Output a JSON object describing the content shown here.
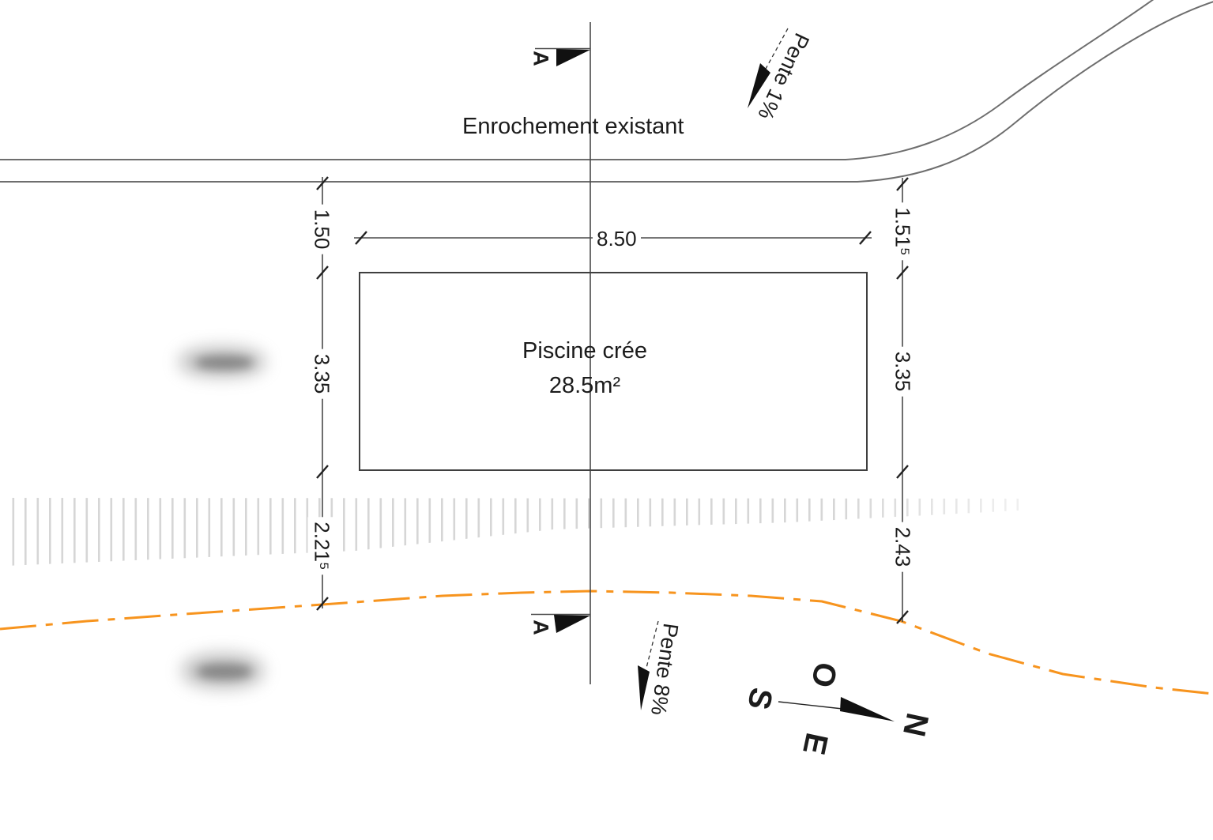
{
  "drawing": {
    "type": "site-plan",
    "annotations": {
      "enrochement": "Enrochement existant",
      "pool_name": "Piscine crée",
      "pool_area": "28.5m²",
      "slope_top": "Pente 1%",
      "slope_bottom": "Pente 8%",
      "section_label_top": "A",
      "section_label_bottom": "A"
    },
    "dimensions": {
      "pool_width": "8.50",
      "left_chain": [
        "1.50",
        "3.35",
        "2.21⁵"
      ],
      "right_chain": [
        "1.51⁵",
        "3.35",
        "2.43"
      ]
    },
    "compass": {
      "n": "N",
      "s": "S",
      "e": "E",
      "o": "O"
    },
    "colors": {
      "boundary_orange": "#F7941E",
      "ink": "#1c1c1c",
      "dim_line": "#4a4a4a",
      "road_gray": "#6e6e6e",
      "hatch_gray": "#d6d6d6"
    }
  }
}
